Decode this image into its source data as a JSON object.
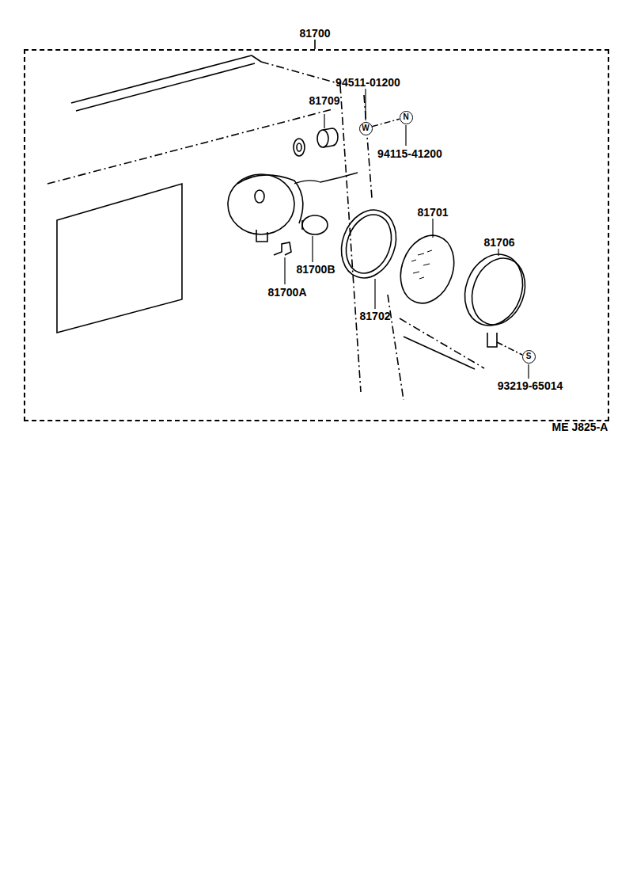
{
  "diagram": {
    "nodes": [
      {
        "text": [
          "81700"
        ]
      },
      {
        "text": [
          "W"
        ],
        "in": 0
      },
      {
        "text": [
          "N"
        ],
        "in": 0
      },
      {
        "text": [
          "S"
        ],
        "in": 0
      }
    ],
    "edges": [
      {
        "from": 1,
        "to": 2,
        "arrow": "none"
      }
    ],
    "labels": [
      "94511-01200",
      "81709",
      "94115-41200",
      "81701",
      "81706",
      "81700B",
      "81700A",
      "81702",
      "93219-65014",
      "ME J825-A"
    ]
  }
}
